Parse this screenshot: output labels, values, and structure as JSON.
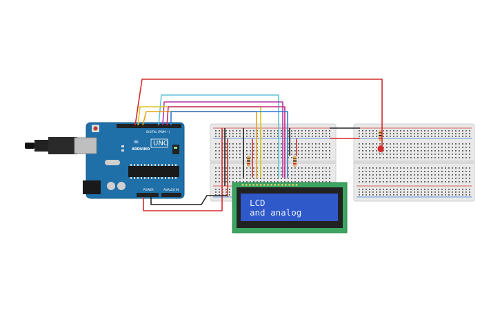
{
  "board": {
    "brand": "ARDUINO",
    "model": "UNO",
    "header_digital": "DIGITAL (PWM ~)",
    "header_power": "POWER",
    "header_analog": "ANALOG IN"
  },
  "lcd": {
    "line1": "LCD",
    "line2": "and analog"
  },
  "colors": {
    "board": "#1f6fa8",
    "breadboard": "#e9e9e9",
    "lcd_pcb": "#3da561",
    "lcd_screen": "#2f58c9",
    "wire_red": "#d42a2a",
    "wire_black": "#222222",
    "wire_orange": "#e8a317",
    "wire_yellow": "#d7c91d",
    "wire_cyan": "#5ec3d6",
    "wire_purple": "#b235a8",
    "wire_magenta": "#c6287e",
    "wire_blue": "#2b7bd6",
    "led": "#d62828"
  }
}
